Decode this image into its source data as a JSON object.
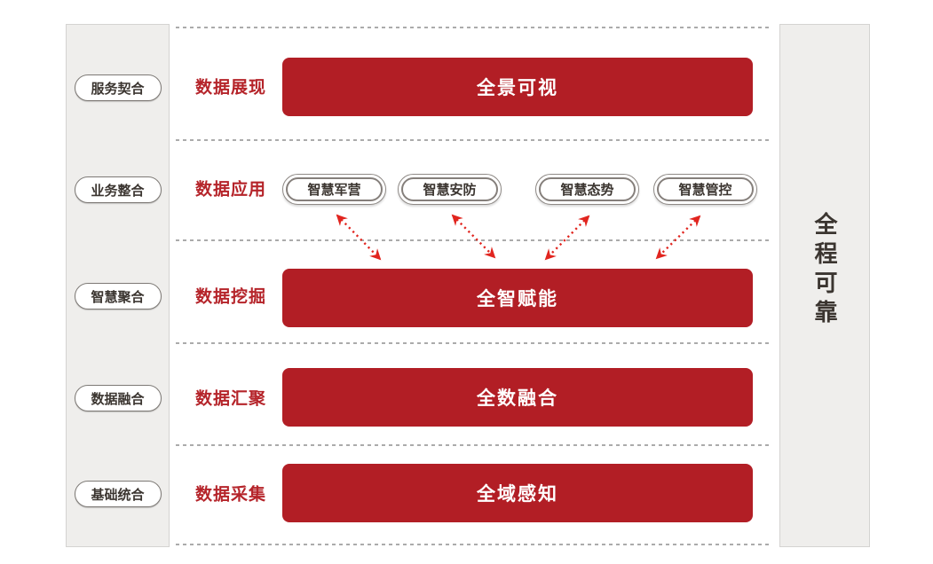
{
  "diagram": {
    "left_panel": {
      "items": [
        "服务契合",
        "业务整合",
        "智慧聚合",
        "数据融合",
        "基础统合"
      ]
    },
    "layers": [
      {
        "label": "数据展现",
        "bar": "全景可视"
      },
      {
        "label": "数据应用",
        "apps": [
          "智慧军营",
          "智慧安防",
          "智慧态势",
          "智慧管控"
        ]
      },
      {
        "label": "数据挖掘",
        "bar": "全智赋能"
      },
      {
        "label": "数据汇聚",
        "bar": "全数融合"
      },
      {
        "label": "数据采集",
        "bar": "全域感知"
      }
    ],
    "right_panel": {
      "title": "全程可靠"
    }
  },
  "colors": {
    "bar_red": "#b21e25",
    "label_red": "#b5242a",
    "arrow_red": "#e1251f",
    "panel_bg": "#efeeec",
    "panel_border": "#d4d3d1",
    "text_dark": "#3b3530",
    "dotted_line": "#ababab"
  }
}
